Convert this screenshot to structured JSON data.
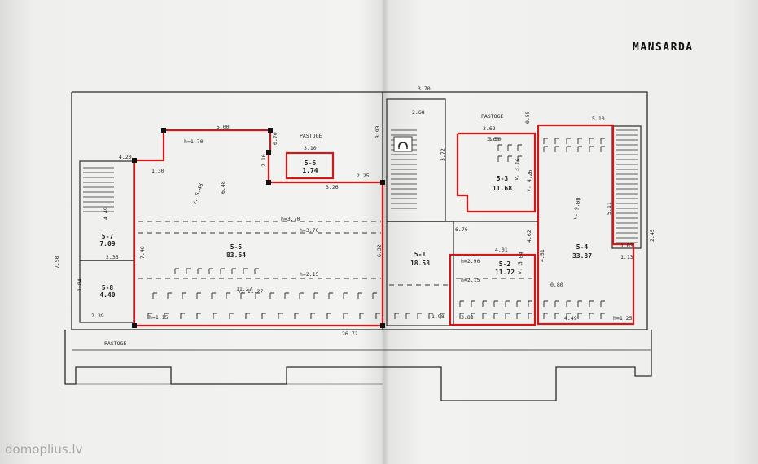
{
  "plan": {
    "title": "MANSARDA",
    "watermark": "domoplius.lv",
    "pastoge_labels": [
      "PASTOGĖ",
      "PASTOGE",
      "PASTOGĖ"
    ],
    "rooms": [
      {
        "id": "5-5",
        "area": "83.64"
      },
      {
        "id": "5-6",
        "area": "1.74"
      },
      {
        "id": "5-7",
        "area": "7.09"
      },
      {
        "id": "5-8",
        "area": "4.40"
      },
      {
        "id": "5-1",
        "area": "18.58"
      },
      {
        "id": "5-2",
        "area": "11.72"
      },
      {
        "id": "5-3",
        "area": "11.68"
      },
      {
        "id": "5-4",
        "area": "33.87"
      }
    ],
    "dimensions": [
      "5.00",
      "3.10",
      "4.20",
      "26.72",
      "3.70",
      "2.68",
      "5.10",
      "3.62",
      "7.50",
      "4.49",
      "7.40",
      "2.35",
      "2.39",
      "1.30",
      "2.25",
      "3.26",
      "6.70",
      "4.01",
      "3.93",
      "4.49",
      "1.03",
      "1.13",
      "2.45",
      "6.32",
      "1.98",
      "3.83",
      "6.48",
      "11.27",
      "3.60",
      "1.84",
      "1.70",
      "2.10"
    ],
    "heights": [
      "h=3.70",
      "h=3.70",
      "h=2.15",
      "h=1.70",
      "h=2.15",
      "h=2.90",
      "h=1.15",
      "h=1.25"
    ],
    "misc_marks": [
      "v. 6.48",
      "v. 11.27",
      "v. 9.00",
      "v. 4.26",
      "v. 3.16",
      "v. 3.04",
      "5.11",
      "3.72",
      "4.51",
      "4.62",
      "0.55",
      "0.80",
      "0.70",
      "3.50"
    ],
    "colors": {
      "outline_red": "#d01818",
      "line": "#2a2a2a",
      "paper": "#f1f1ef"
    }
  }
}
